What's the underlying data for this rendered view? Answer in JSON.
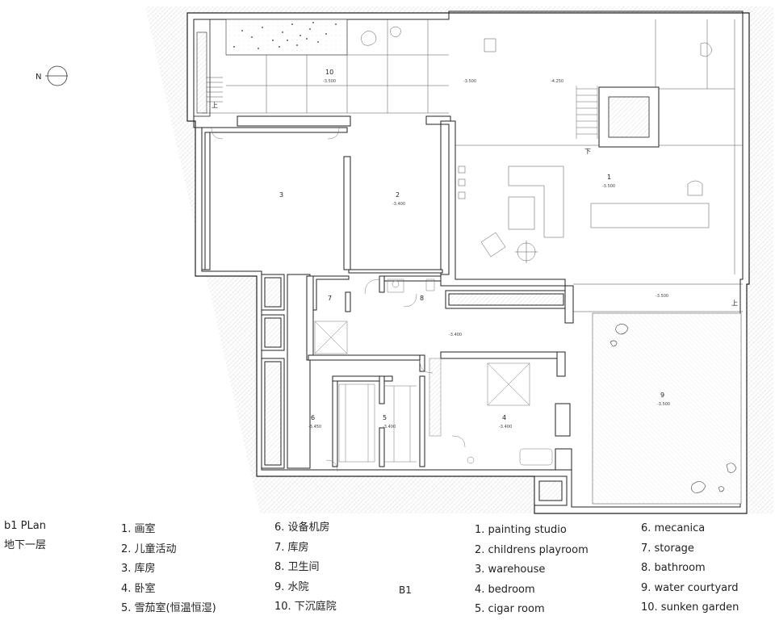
{
  "plan": {
    "title_en": "b1 PLan",
    "title_cn": "地下一层",
    "floor_tag": "B1",
    "north": "N",
    "stair_up": "上",
    "stair_down": "下"
  },
  "rooms": [
    {
      "num": "1",
      "elev": "-3.500"
    },
    {
      "num": "2",
      "elev": "-3.400"
    },
    {
      "num": "3",
      "elev": ""
    },
    {
      "num": "4",
      "elev": "-3.400"
    },
    {
      "num": "5",
      "elev": "-3.400"
    },
    {
      "num": "6",
      "elev": "-3.450"
    },
    {
      "num": "7",
      "elev": ""
    },
    {
      "num": "8",
      "elev": ""
    },
    {
      "num": "9",
      "elev": "-3.500"
    },
    {
      "num": "10",
      "elev": "-3.500"
    }
  ],
  "extra_elevations": {
    "west_court": "-3.500",
    "studio_upper": "-4.250",
    "corridor": "-3.400",
    "east_court": "-3.500"
  },
  "legend_cn": [
    "1. 画室",
    "2. 儿童活动",
    "3. 库房",
    "4. 卧室",
    "5. 雪茄室(恒温恒湿)",
    "6. 设备机房",
    "7. 库房",
    "8. 卫生间",
    "9. 水院",
    "10. 下沉庭院"
  ],
  "legend_en": [
    "1. painting studio",
    "2. childrens playroom",
    "3. warehouse",
    "4. bedroom",
    "5. cigar room",
    "6. mecanica",
    "7. storage",
    "8. bathroom",
    "9. water courtyard",
    "10. sunken garden"
  ]
}
